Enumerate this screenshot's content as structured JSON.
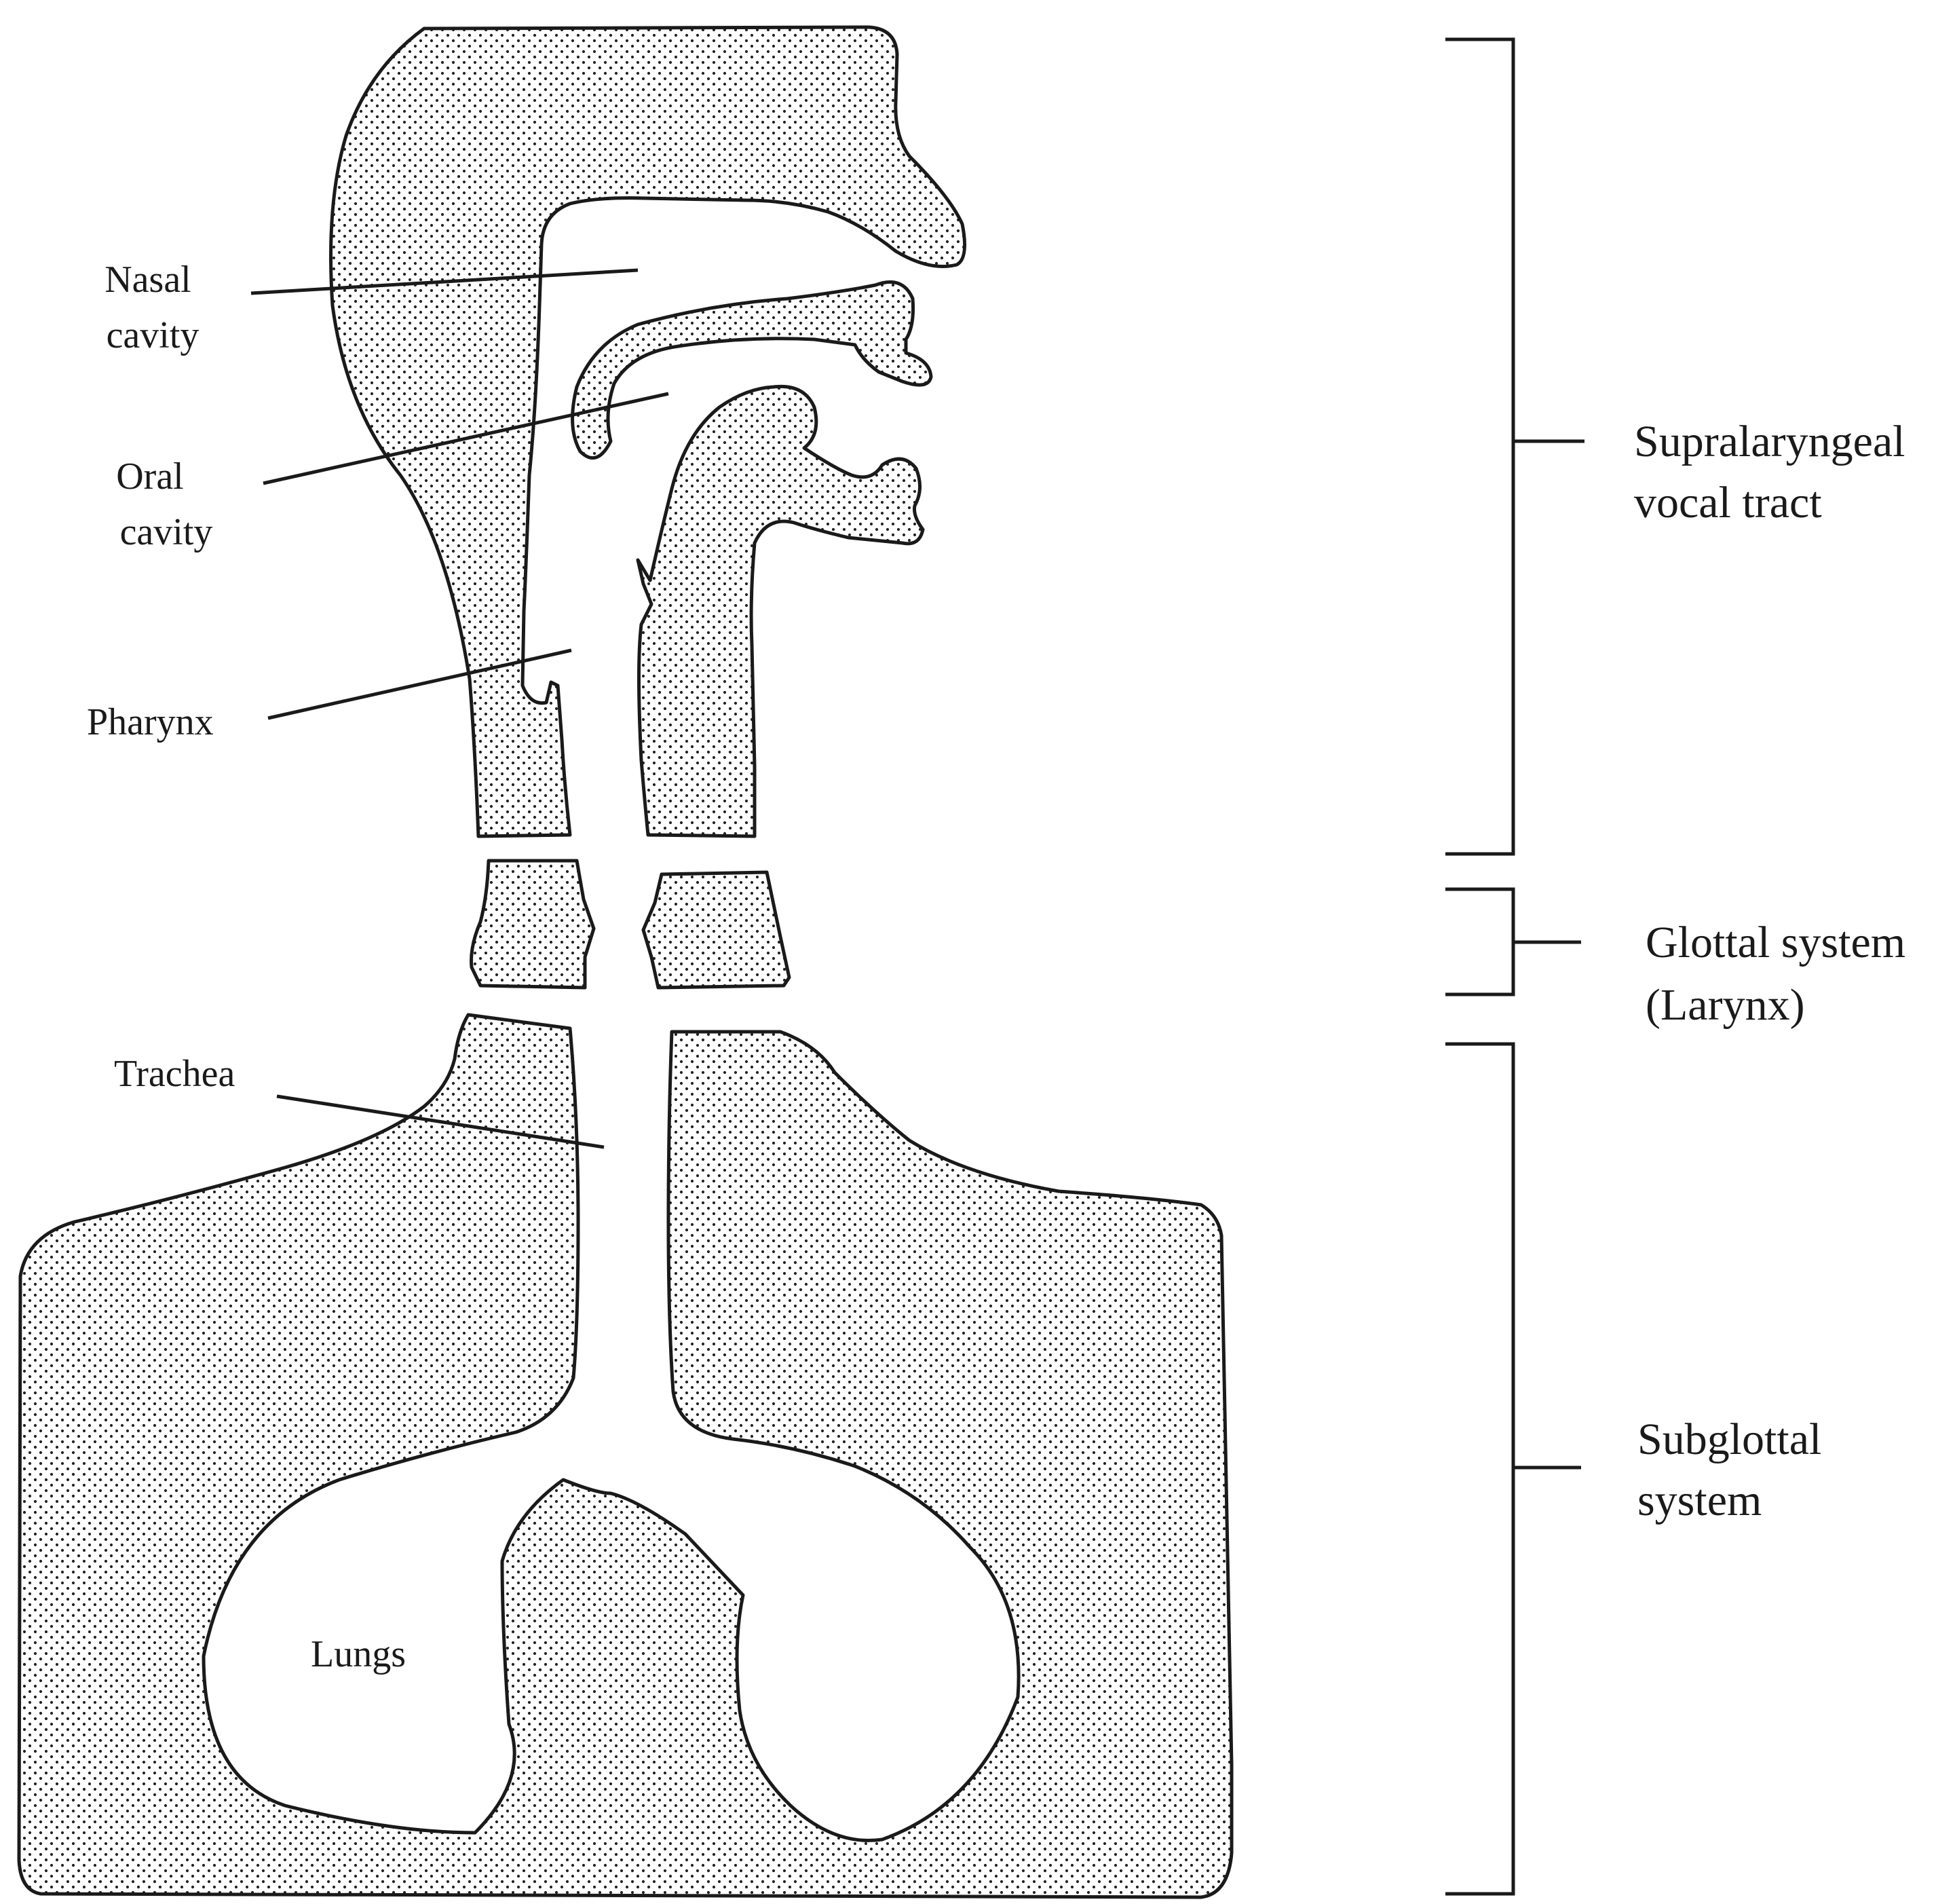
{
  "labels": {
    "nasal_cavity": [
      "Nasal",
      "cavity"
    ],
    "oral_cavity": [
      "Oral",
      "cavity"
    ],
    "pharynx": "Pharynx",
    "trachea": "Trachea",
    "lungs": "Lungs"
  },
  "systems": {
    "supralaryngeal": [
      "Supralaryngeal",
      "vocal tract"
    ],
    "glottal": [
      "Glottal system",
      "(Larynx)"
    ],
    "subglottal": [
      "Subglottal",
      "system"
    ]
  },
  "colors": {
    "ink": "#1a1a1a",
    "paper": "#ffffff"
  }
}
